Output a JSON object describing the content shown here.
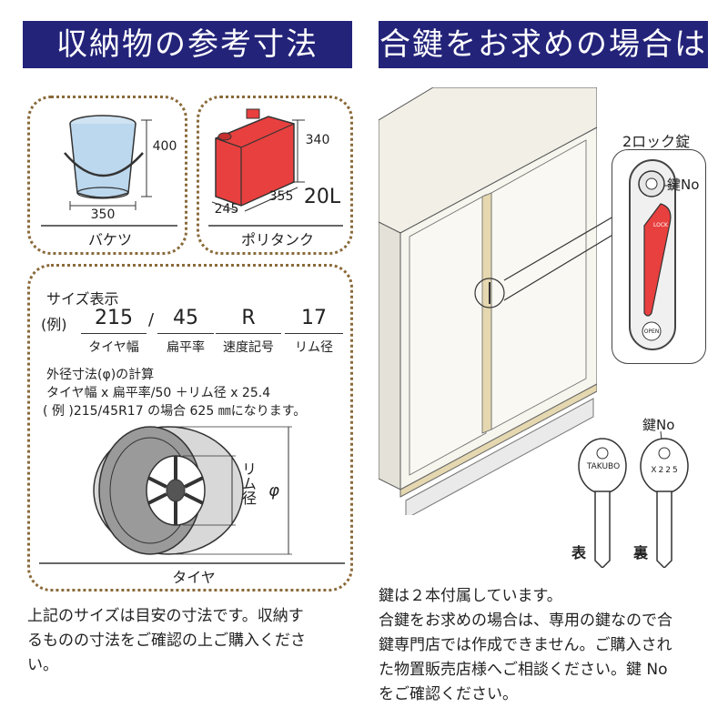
{
  "left_header": "収納物の参考寸法",
  "right_header": "合鍵をお求めの場合は",
  "bucket": {
    "label": "バケツ",
    "height": "400",
    "width": "350"
  },
  "tank": {
    "label": "ポリタンク",
    "height": "340",
    "depth": "245",
    "width": "355",
    "capacity": "20L"
  },
  "size_table": {
    "title": "サイズ表示",
    "example_prefix": "(例)",
    "values": [
      "215",
      "45",
      "R",
      "17"
    ],
    "separator": "/",
    "labels": [
      "タイヤ幅",
      "扁平率",
      "速度記号",
      "リム径"
    ]
  },
  "calc": {
    "title": "外径寸法(φ)の計算",
    "formula": "タイヤ幅 x 扁平率/50 ＋リム径 x 25.4",
    "example": "( 例 )215/45R17 の場合 625 ㎜になります。"
  },
  "tire": {
    "label": "タイヤ",
    "rim_label": "リム径",
    "diameter_label": "φ"
  },
  "left_note": [
    "上記のサイズは目安の寸法です。収納す",
    "るものの寸法をご確認の上ご購入くださ",
    "い。"
  ],
  "lock": {
    "title": "2ロック錠",
    "key_no_label": "鍵No",
    "lock_text": "LOCK",
    "open_text": "OPEN"
  },
  "keys": {
    "key_no_label": "鍵No",
    "brand": "TAKUBO",
    "code": "X225",
    "front": "表",
    "back": "裏"
  },
  "right_note": [
    "鍵は２本付属しています。",
    "合鍵をお求めの場合は、専用の鍵なので合",
    "鍵専門店では作成できません。ご購入され",
    "た物置販売店様へご相談ください。鍵 No",
    "をご確認ください。"
  ]
}
